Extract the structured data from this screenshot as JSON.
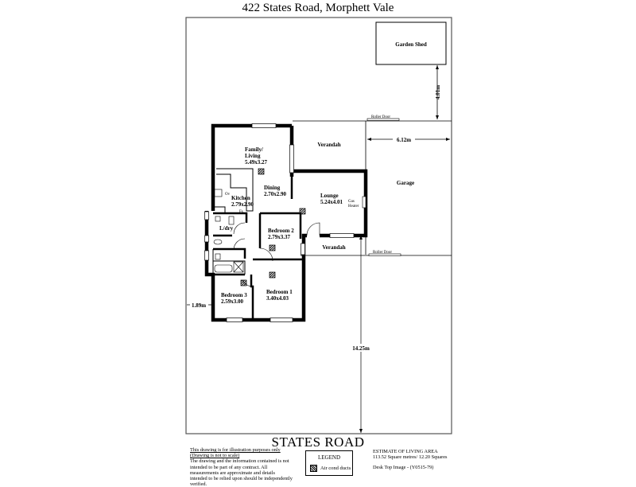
{
  "header": {
    "title": "422 States Road, Morphett Vale"
  },
  "site": {
    "street_label": "STATES ROAD",
    "dimensions": {
      "shed_setback": "4.01m",
      "garage_width": "6.12m",
      "front_setback": "14.25m",
      "side_setback": "1.89m"
    }
  },
  "rooms": {
    "garden_shed": "Garden Shed",
    "verandah_rear": "Verandah",
    "verandah_front": "Verandah",
    "garage": "Garage",
    "roller_door_rear": "Roller Door",
    "roller_door_front": "Roller Door",
    "family_name1": "Family/",
    "family_name2": "Living",
    "family_size": "5.49x3.27",
    "dining_name": "Dining",
    "dining_size": "2.70x2.90",
    "kitchen_name": "Kitchen",
    "kitchen_size": "2.79x2.90",
    "lounge_name": "Lounge",
    "lounge_size": "5.24x4.01",
    "gas_heater1": "Gas",
    "gas_heater2": "Heater",
    "laundry": "L/dry",
    "bed2_name": "Bedroom 2",
    "bed2_size": "2.79x3.37",
    "bed1_name": "Bedroom 1",
    "bed1_size": "3.40x4.03",
    "bed3_name": "Bedroom 3",
    "bed3_size": "2.59x3.00",
    "oven": "Ov",
    "fridge_space": "Fs"
  },
  "footer": {
    "disclaimer_line1": "This drawing is for illustration purposes only",
    "disclaimer_line2": "(Drawing is not to scale)",
    "disclaimer_body": "The drawing and the information contained is not intended to be part of any contract. All measurements are approximate and details intended to be relied upon should be independently verified.",
    "legend_title": "LEGEND",
    "legend_item": "Air cond ducts",
    "estimate_title": "ESTIMATE OF LIVING AREA",
    "estimate_value": "113.52  Square metres/  12.20 Squares",
    "desktop_image": "Desk Top Image - (Y0515-79)"
  }
}
